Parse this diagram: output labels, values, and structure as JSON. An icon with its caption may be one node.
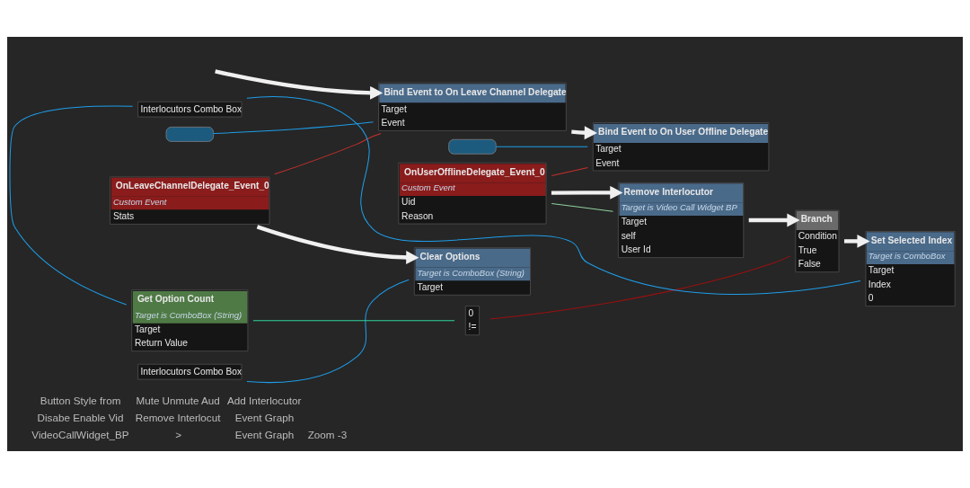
{
  "diagram": {
    "nodes": [
      {
        "text": [
          "Bind Event to On Leave Channel Delegate",
          "Target",
          "Event"
        ]
      },
      {
        "text": [],
        "shape": "box"
      },
      {
        "text": [
          "OnLeaveChannelDelegate_Event_0",
          "Custom Event",
          "Stats"
        ]
      },
      {
        "text": [
          "Clear Options",
          "Target is ComboBox (String)",
          "Target"
        ]
      },
      {
        "text": [
          "Interlocutors Combo Box"
        ]
      },
      {
        "text": [
          "Bind Event to On User Offline Delegate",
          "Target",
          "Event"
        ]
      },
      {
        "text": [],
        "shape": "box"
      },
      {
        "text": [
          "OnUserOfflineDelegate_Event_0",
          "Custom Event",
          "Uid",
          "Reason"
        ]
      },
      {
        "text": [
          "Remove Interlocutor",
          "Target is Video Call Widget BP",
          "Target",
          "self",
          "User Id"
        ]
      },
      {
        "text": [
          "Branch",
          "Condition",
          "True",
          "False"
        ]
      },
      {
        "text": [
          "Set Selected Index",
          "Target is ComboBox",
          "Target",
          "Index",
          "0"
        ]
      },
      {
        "text": [
          "Get Option Count",
          "Target is ComboBox (String)",
          "Target",
          "Return Value"
        ]
      },
      {
        "text": [
          "0",
          "!="
        ]
      },
      {
        "text": [
          "Interlocutors Combo Box"
        ]
      }
    ],
    "edges": [
      {
        "from": null,
        "to": 0,
        "arrow": "to",
        "style": "thick"
      },
      {
        "from": 0,
        "to": 5,
        "arrow": "to",
        "style": "thick"
      },
      {
        "from": 1,
        "to": 0,
        "arrow": "none",
        "color": "#1e9de8"
      },
      {
        "from": 2,
        "to": 0,
        "arrow": "none",
        "color": "#c8302c"
      },
      {
        "from": 2,
        "to": 3,
        "arrow": "to",
        "style": "thick"
      },
      {
        "from": 4,
        "to": 3,
        "arrow": "none",
        "color": "#1e9de8"
      },
      {
        "from": 6,
        "to": 5,
        "arrow": "none",
        "color": "#1e9de8"
      },
      {
        "from": 7,
        "to": 5,
        "arrow": "none",
        "color": "#c8302c"
      },
      {
        "from": 7,
        "to": 8,
        "arrow": "to",
        "style": "thick"
      },
      {
        "from": 7,
        "to": 8,
        "arrow": "none",
        "color": "#8fd19e"
      },
      {
        "from": 8,
        "to": 9,
        "arrow": "to",
        "style": "thick"
      },
      {
        "from": 9,
        "to": 10,
        "arrow": "to",
        "style": "thick"
      },
      {
        "from": 11,
        "to": 12,
        "arrow": "none",
        "color": "#2fd6a0"
      },
      {
        "from": 12,
        "to": 9,
        "arrow": "none",
        "color": "#9a1010"
      },
      {
        "from": 13,
        "to": 11,
        "arrow": "none",
        "color": "#1e9de8"
      },
      {
        "from": 13,
        "to": 10,
        "arrow": "none",
        "color": "#1e9de8"
      }
    ],
    "labels": [
      "Button Style from",
      "Mute Unmute Aud",
      "Add Interlocutor",
      "Disabe Enable Vid",
      "Remove Interlocut",
      "Event Graph",
      "VideoCallWidget_BP",
      ">",
      "Event Graph",
      "Zoom -3"
    ]
  }
}
